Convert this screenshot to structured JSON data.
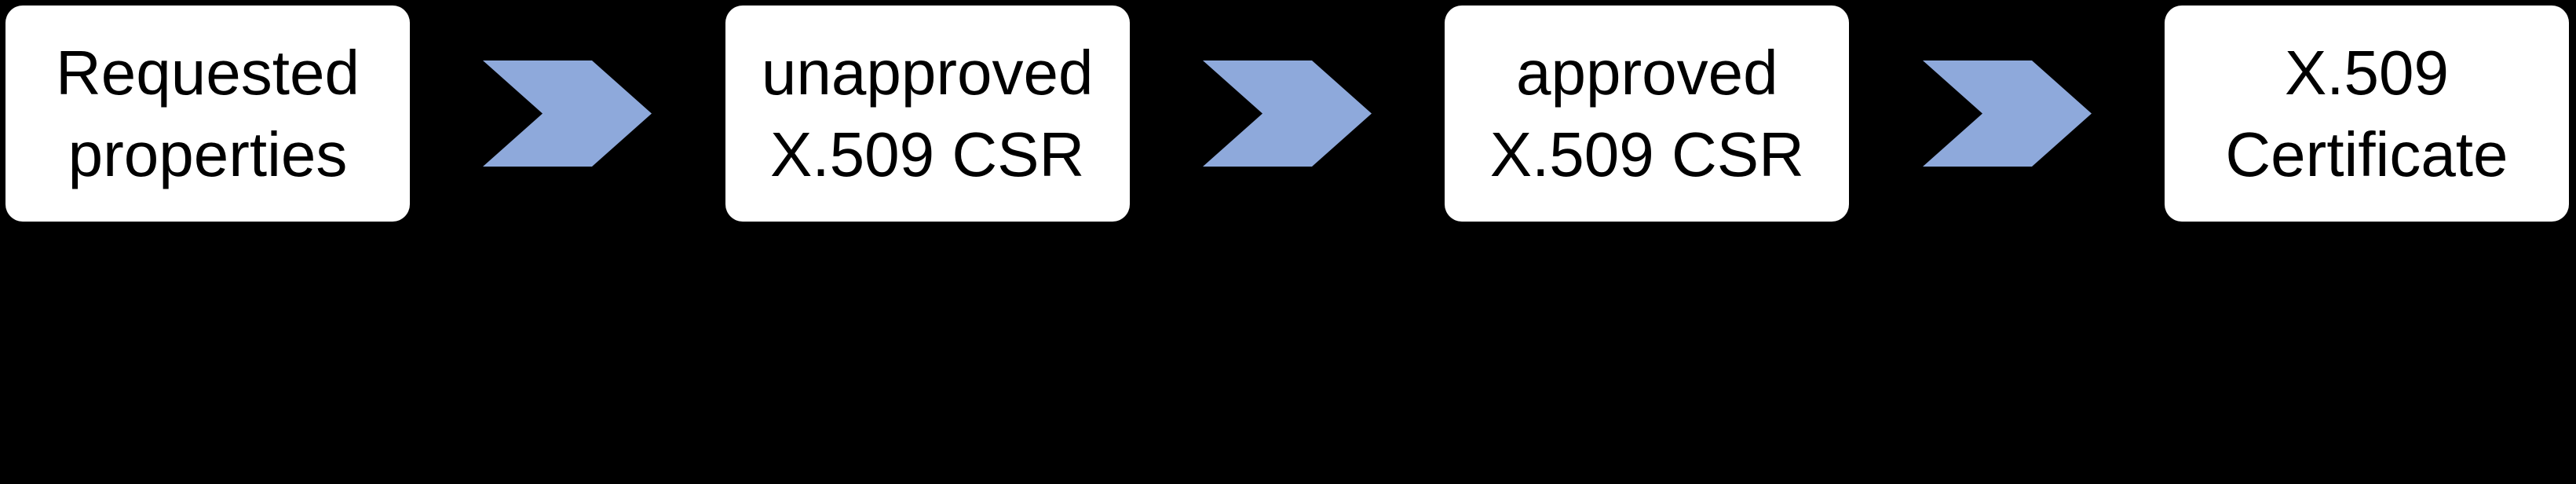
{
  "diagram": {
    "background_color": "#000000",
    "node_fill_color": "#FFFFFF",
    "node_text_color": "#000000",
    "arrow_color": "#8EA9DB",
    "nodes": [
      {
        "line1": "Requested",
        "line2": "properties"
      },
      {
        "line1": "unapproved",
        "line2": "X.509 CSR"
      },
      {
        "line1": "approved",
        "line2": "X.509 CSR"
      },
      {
        "line1": "X.509",
        "line2": "Certificate"
      }
    ],
    "arrows": [
      {
        "icon": "chevron-right-icon"
      },
      {
        "icon": "chevron-right-icon"
      },
      {
        "icon": "chevron-right-icon"
      }
    ]
  }
}
